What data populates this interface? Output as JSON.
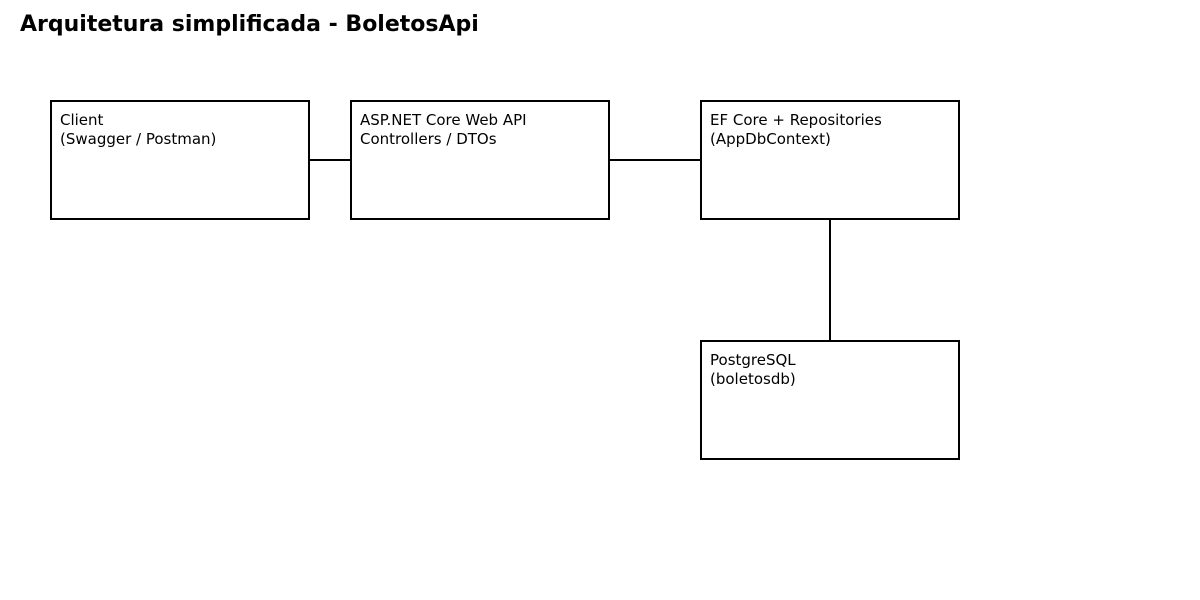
{
  "title": "Arquitetura simplificada - BoletosApi",
  "nodes": {
    "client": {
      "line1": "Client",
      "line2": "(Swagger / Postman)"
    },
    "api": {
      "line1": "ASP.NET Core Web API",
      "line2": "Controllers / DTOs"
    },
    "ef": {
      "line1": "EF Core + Repositories",
      "line2": "(AppDbContext)"
    },
    "postgres": {
      "line1": "PostgreSQL",
      "line2": "(boletosdb)"
    }
  },
  "edges": [
    {
      "from": "client",
      "to": "api"
    },
    {
      "from": "api",
      "to": "ef"
    },
    {
      "from": "ef",
      "to": "postgres"
    }
  ],
  "colors": {
    "stroke": "#000000",
    "fill": "#ffffff",
    "text": "#000000"
  }
}
